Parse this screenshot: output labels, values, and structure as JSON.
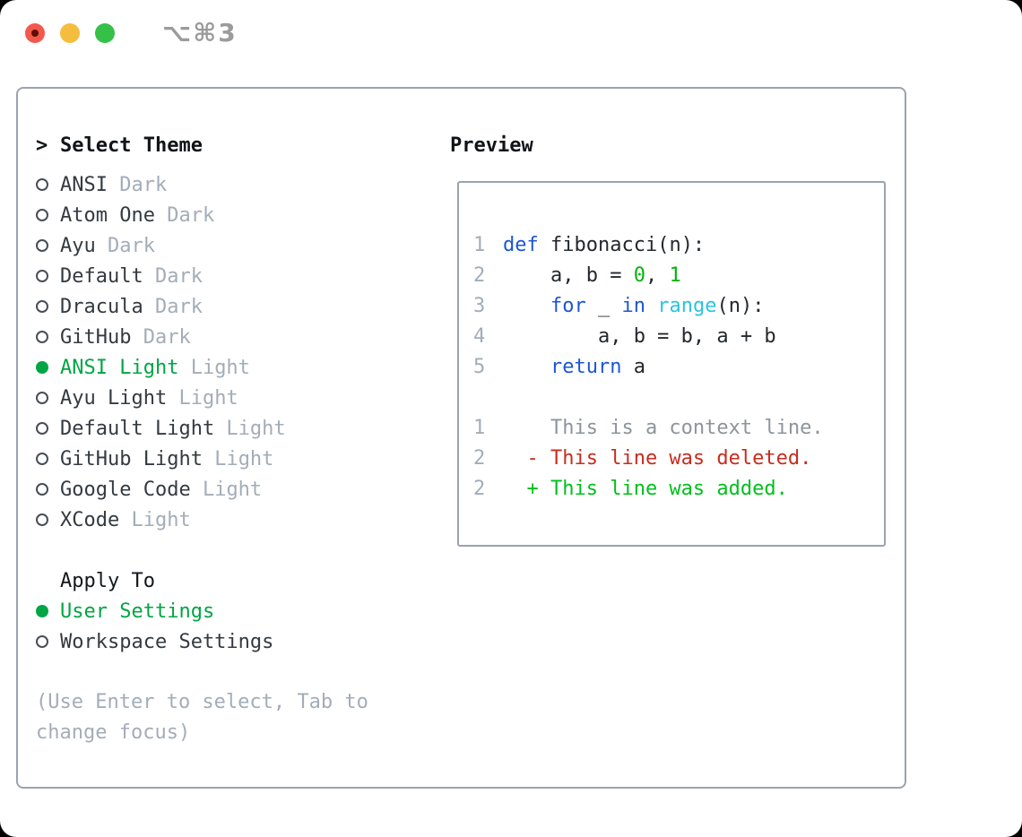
{
  "window": {
    "shortcut": "⌥⌘3",
    "traffic_lights": [
      {
        "name": "close",
        "color": "#f3584c",
        "has_dot": true
      },
      {
        "name": "minimize",
        "color": "#f6bc3e",
        "has_dot": false
      },
      {
        "name": "zoom",
        "color": "#35c148",
        "has_dot": false
      }
    ]
  },
  "theme_panel": {
    "title_prefix": ">",
    "title": "Select Theme",
    "items": [
      {
        "name": "ANSI",
        "variant": "Dark",
        "selected": false
      },
      {
        "name": "Atom One",
        "variant": "Dark",
        "selected": false
      },
      {
        "name": "Ayu",
        "variant": "Dark",
        "selected": false
      },
      {
        "name": "Default",
        "variant": "Dark",
        "selected": false
      },
      {
        "name": "Dracula",
        "variant": "Dark",
        "selected": false
      },
      {
        "name": "GitHub",
        "variant": "Dark",
        "selected": false
      },
      {
        "name": "ANSI Light",
        "variant": "Light",
        "selected": true
      },
      {
        "name": "Ayu Light",
        "variant": "Light",
        "selected": false
      },
      {
        "name": "Default Light",
        "variant": "Light",
        "selected": false
      },
      {
        "name": "GitHub Light",
        "variant": "Light",
        "selected": false
      },
      {
        "name": "Google Code",
        "variant": "Light",
        "selected": false
      },
      {
        "name": "XCode",
        "variant": "Light",
        "selected": false
      }
    ],
    "apply_to": {
      "title": "Apply To",
      "options": [
        {
          "label": "User Settings",
          "selected": true
        },
        {
          "label": "Workspace Settings",
          "selected": false
        }
      ]
    },
    "hint": "(Use Enter to select, Tab to change focus)"
  },
  "preview": {
    "title": "Preview",
    "code_lines": [
      {
        "num": "1",
        "tokens": [
          {
            "t": "def",
            "c": "kw"
          },
          {
            "t": " fibonacci(n):",
            "c": "pl"
          }
        ]
      },
      {
        "num": "2",
        "tokens": [
          {
            "t": "    a, b = ",
            "c": "pl"
          },
          {
            "t": "0",
            "c": "num"
          },
          {
            "t": ", ",
            "c": "pl"
          },
          {
            "t": "1",
            "c": "num"
          }
        ]
      },
      {
        "num": "3",
        "tokens": [
          {
            "t": "    ",
            "c": "pl"
          },
          {
            "t": "for",
            "c": "kw"
          },
          {
            "t": " _ ",
            "c": "pl"
          },
          {
            "t": "in",
            "c": "kw"
          },
          {
            "t": " ",
            "c": "pl"
          },
          {
            "t": "range",
            "c": "bi"
          },
          {
            "t": "(n):",
            "c": "pl"
          }
        ]
      },
      {
        "num": "4",
        "tokens": [
          {
            "t": "        a, b = b, a + b",
            "c": "pl"
          }
        ]
      },
      {
        "num": "5",
        "tokens": [
          {
            "t": "    ",
            "c": "pl"
          },
          {
            "t": "return",
            "c": "kw"
          },
          {
            "t": " a",
            "c": "pl"
          }
        ]
      }
    ],
    "diff_lines": [
      {
        "num": "1",
        "text": "    This is a context line.",
        "type": "context"
      },
      {
        "num": "2",
        "text": "  - This line was deleted.",
        "type": "deleted"
      },
      {
        "num": "2",
        "text": "  + This line was added.",
        "type": "added"
      }
    ]
  },
  "colors": {
    "selected_green": "#00a544",
    "keyword_blue": "#1d56d2",
    "builtin_cyan": "#2bc4de",
    "number_green": "#00b50c",
    "added_green": "#00bf1d",
    "deleted_red": "#c92c1e",
    "muted_gray": "#a3adb8",
    "border_gray": "#9aa3ae"
  }
}
